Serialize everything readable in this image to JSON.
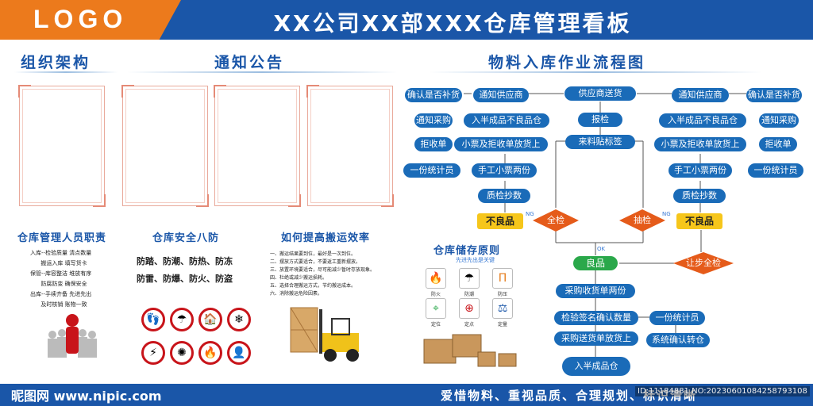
{
  "header": {
    "logo": "LOGO",
    "title": "XX公司XX部XXX仓库管理看板"
  },
  "sections": {
    "org": "组织架构",
    "notice": "通知公告",
    "flow": "物料入库作业流程图",
    "duty": "仓库管理人员职责",
    "safety": "仓库安全八防",
    "efficiency": "如何提高搬运效率",
    "storage": "仓库储存原则",
    "storage_sub": "先进先出是关键"
  },
  "duty_text": "入库--检验质量 清点数量\n      搬运入库 填写货卡\n保管--库容整洁 堆放有序\n      防腐防变 确保安全\n出库--手续齐备 先进先出\n      及时核销 账物一致",
  "safety_text": [
    "防踏、防潮、防热、防冻",
    "防雷、防爆、防火、防盗"
  ],
  "efficiency_text": "一、搬运结果要到位，最好是一次到位。\n二、摆放方式要适合，不要返工重新摆放。\n三、放置环境要适合，尽可能减少暂时存放现象。\n四、杜绝或减少搬运损耗。\n五、选择合理搬运方式，节约搬运成本。\n六、消除搬运危险因素。",
  "storage_labels": [
    "防火",
    "防潮",
    "防压",
    "定位",
    "定点",
    "定量"
  ],
  "flow": {
    "top": "供应商送货",
    "check": "报检",
    "label": "来料贴标签",
    "left": {
      "confirm": "确认是否补货",
      "notify": "通知供应商",
      "purchase": "通知采购",
      "semi": "入半成品不良品仓",
      "reject": "拒收单",
      "ticket": "小票及拒收单放货上",
      "one": "一份统计员",
      "manual": "手工小票两份",
      "qc": "质检抄数",
      "bad": "不良品",
      "full": "全检"
    },
    "right": {
      "notify": "通知供应商",
      "confirm": "确认是否补货",
      "semi": "入半成品不良品仓",
      "purchase": "通知采购",
      "ticket": "小票及拒收单放货上",
      "reject": "拒收单",
      "manual": "手工小票两份",
      "one": "一份统计员",
      "qc": "质检抄数",
      "bad": "不良品",
      "sample": "抽检",
      "concession": "让步全检"
    },
    "good": "良品",
    "receipt": "采购收货单两份",
    "sign": "检验签名确认数量",
    "stat": "一份统计员",
    "place": "采购送货单放货上",
    "confirm": "系统确认转仓",
    "semi_in": "入半成品仓",
    "ng": "NG",
    "ok": "OK"
  },
  "footer": {
    "slogan": "爱惜物料、重视品质、合理规划、标识清晰",
    "site": "昵图网 www.nipic.com",
    "id": "ID:11184881 NO:20230601084258793108"
  }
}
